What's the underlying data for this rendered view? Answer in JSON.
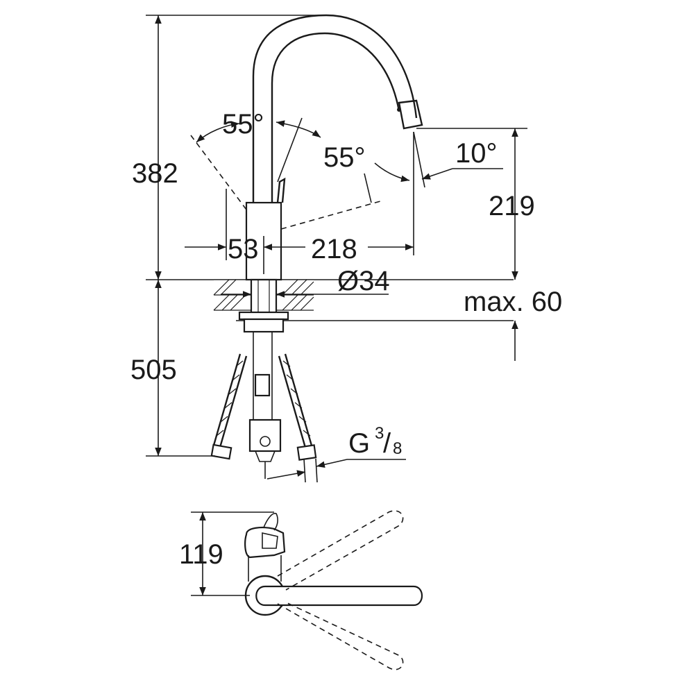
{
  "dimensions": {
    "total_height": "382",
    "spout_height": "219",
    "below_counter": "505",
    "body_diameter": "Ø34",
    "counter_thickness": "max. 60",
    "body_width": "53",
    "spout_reach": "218",
    "lever_angle_left": "55°",
    "lever_angle_right": "55°",
    "spout_angle": "10°",
    "thread_prefix": "G",
    "thread_numerator": "3",
    "thread_denominator": "8",
    "plan_depth": "119"
  },
  "colors": {
    "line": "#1a1a1a",
    "background": "#ffffff"
  }
}
